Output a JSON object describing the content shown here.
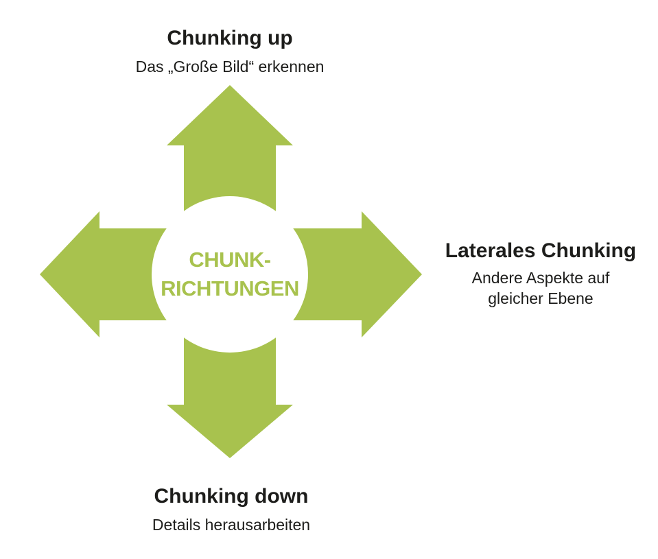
{
  "diagram": {
    "center": {
      "line1": "CHUNK-",
      "line2": "RICHTUNGEN"
    },
    "labels": {
      "top": {
        "title": "Chunking up",
        "subtitle": "Das „Große Bild“ erkennen"
      },
      "right": {
        "title": "Laterales Chunking",
        "subtitle_line1": "Andere Aspekte auf",
        "subtitle_line2": "gleicher Ebene"
      },
      "bottom": {
        "title": "Chunking down",
        "subtitle": "Details herausarbeiten"
      }
    },
    "colors": {
      "arrow_green": "#a8c24e",
      "circle_fill": "#ffffff",
      "text_dark": "#1d1d1b",
      "background": "#ffffff"
    }
  }
}
